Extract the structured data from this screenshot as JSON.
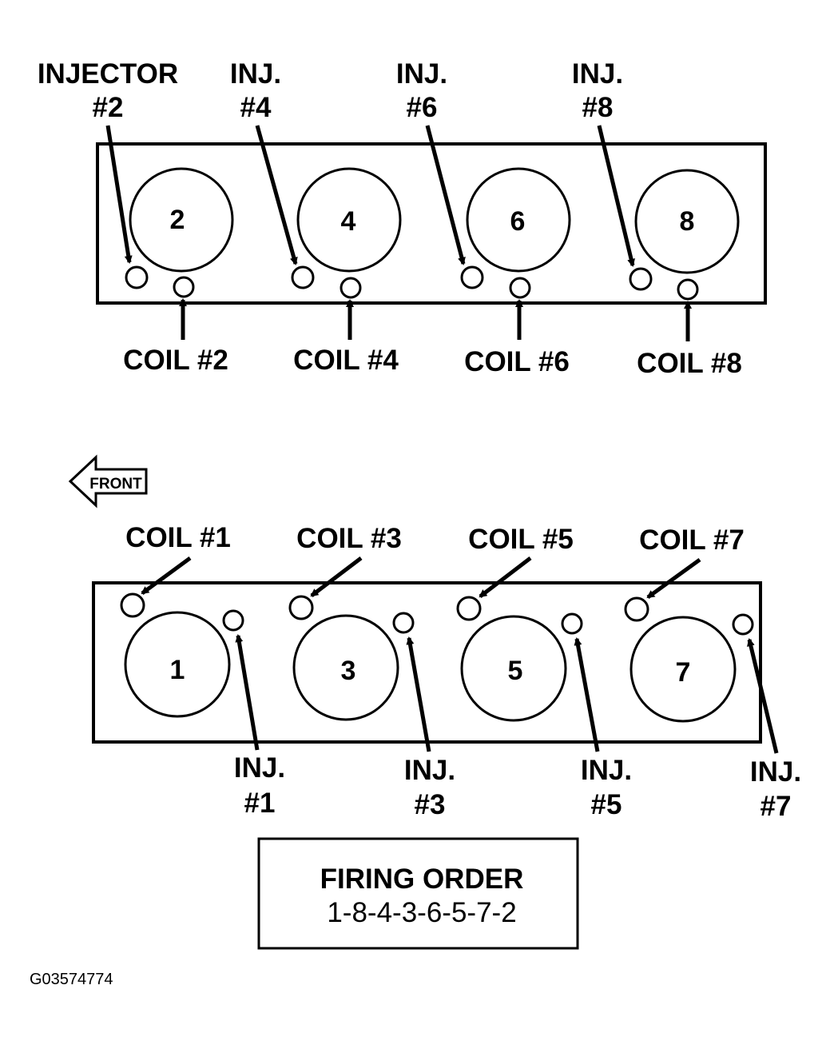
{
  "top_bank": {
    "injector_labels": [
      {
        "line1": "INJECTOR",
        "line2": "#2"
      },
      {
        "line1": "INJ.",
        "line2": "#4"
      },
      {
        "line1": "INJ.",
        "line2": "#6"
      },
      {
        "line1": "INJ.",
        "line2": "#8"
      }
    ],
    "cylinders": [
      "2",
      "4",
      "6",
      "8"
    ],
    "coil_labels": [
      "COIL #2",
      "COIL #4",
      "COIL #6",
      "COIL #8"
    ]
  },
  "front_indicator": {
    "label": "FRONT"
  },
  "bottom_bank": {
    "coil_labels": [
      "COIL #1",
      "COIL #3",
      "COIL #5",
      "COIL #7"
    ],
    "cylinders": [
      "1",
      "3",
      "5",
      "7"
    ],
    "injector_labels": [
      {
        "line1": "INJ.",
        "line2": "#1"
      },
      {
        "line1": "INJ.",
        "line2": "#3"
      },
      {
        "line1": "INJ.",
        "line2": "#5"
      },
      {
        "line1": "INJ.",
        "line2": "#7"
      }
    ]
  },
  "firing_order": {
    "title": "FIRING ORDER",
    "sequence": "1-8-4-3-6-5-7-2"
  },
  "figure_id": "G03574774"
}
